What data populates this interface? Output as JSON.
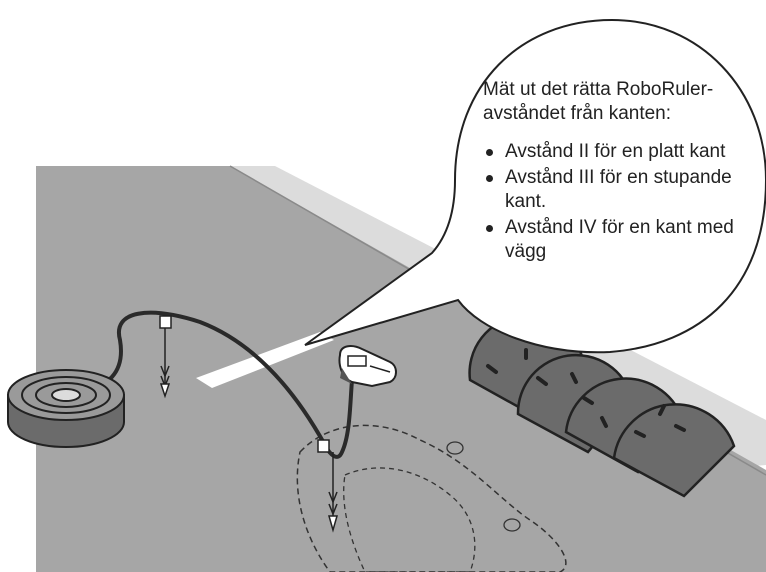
{
  "callout": {
    "intro": "Mät ut det rätta RoboRuler-avståndet från kanten:",
    "items": [
      {
        "text": "Avstånd II för en platt kant"
      },
      {
        "text": "Avstånd III för en stupande kant."
      },
      {
        "text": "Avstånd IV för en kant med vägg"
      }
    ]
  },
  "colors": {
    "lawn": "#a6a6a6",
    "edge_strip": "#dcdcdc",
    "line": "#2a2a2a",
    "stone": "#6b6b6b",
    "background": "#ffffff"
  }
}
